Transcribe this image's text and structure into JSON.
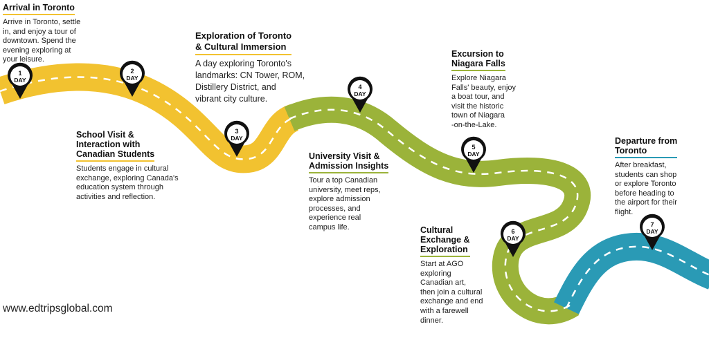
{
  "website": "www.edtrips​global.com",
  "colors": {
    "yellow": "#f2c230",
    "green": "#9bb33a",
    "blue": "#2a9ab5"
  },
  "pin_day_label": "DAY",
  "stops": [
    {
      "day": "1",
      "title": "Arrival in Toronto",
      "text": "Arrive in Toronto, settle\nin, and enjoy a tour of\ndowntown. Spend the\nevening exploring at\nyour leisure."
    },
    {
      "day": "2",
      "title": "School Visit &\nInteraction with\nCanadian Students",
      "text": "Students engage in cultural\nexchange, exploring Canada's\neducation system through\nactivities and reflection."
    },
    {
      "day": "3",
      "title": "Exploration of Toronto\n& Cultural Immersion",
      "text": "A day exploring Toronto's\nlandmarks: CN Tower, ROM,\nDistillery District, and\nvibrant city culture."
    },
    {
      "day": "4",
      "title": "University Visit &\nAdmission Insights",
      "text": "Tour a top Canadian\nuniversity, meet reps,\nexplore admission\nprocesses, and\nexperience real\ncampus life."
    },
    {
      "day": "5",
      "title": "Excursion to\nNiagara Falls",
      "text": "Explore Niagara\nFalls' beauty, enjoy\na boat tour, and\nvisit the historic\ntown of Niagara\n-on-the-Lake."
    },
    {
      "day": "6",
      "title": "Cultural\nExchange &\nExploration",
      "text": "Start at AGO\nexploring\nCanadian art,\nthen join a cultural\nexchange and end\nwith a farewell\ndinner."
    },
    {
      "day": "7",
      "title": "Departure from\nToronto",
      "text": "After breakfast,\nstudents can shop\nor explore Toronto\nbefore heading to\nthe airport for their\nflight."
    }
  ]
}
